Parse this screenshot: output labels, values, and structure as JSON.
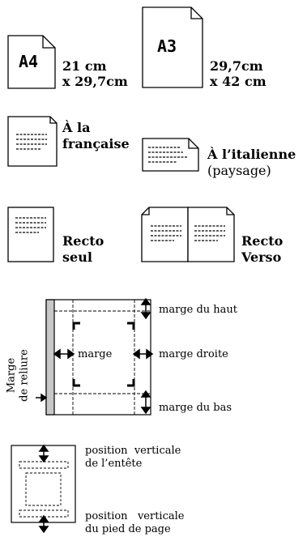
{
  "paper_size": {
    "a4": {
      "icon_label": "A4",
      "line1": "21 cm",
      "line2": "x 29,7cm"
    },
    "a3": {
      "icon_label": "A3",
      "line1": "29,7cm",
      "line2": "x 42 cm"
    }
  },
  "orientation": {
    "portrait": {
      "line1": "À la",
      "line2": "française"
    },
    "landscape": {
      "line1": "À l’italienne",
      "line2": "(paysage)"
    }
  },
  "sides": {
    "single": {
      "line1": "Recto",
      "line2": "seul"
    },
    "double": {
      "line1": "Recto",
      "line2": "Verso"
    }
  },
  "margins": {
    "top": "marge du haut",
    "right": "marge droite",
    "bottom": "marge du bas",
    "margin": "marge",
    "binding_line1": "Marge",
    "binding_line2": "de reliure"
  },
  "header_footer": {
    "header_line1": "position  verticale",
    "header_line2": "de l’entête",
    "footer_line1": "position   verticale",
    "footer_line2": "du pied de page"
  }
}
